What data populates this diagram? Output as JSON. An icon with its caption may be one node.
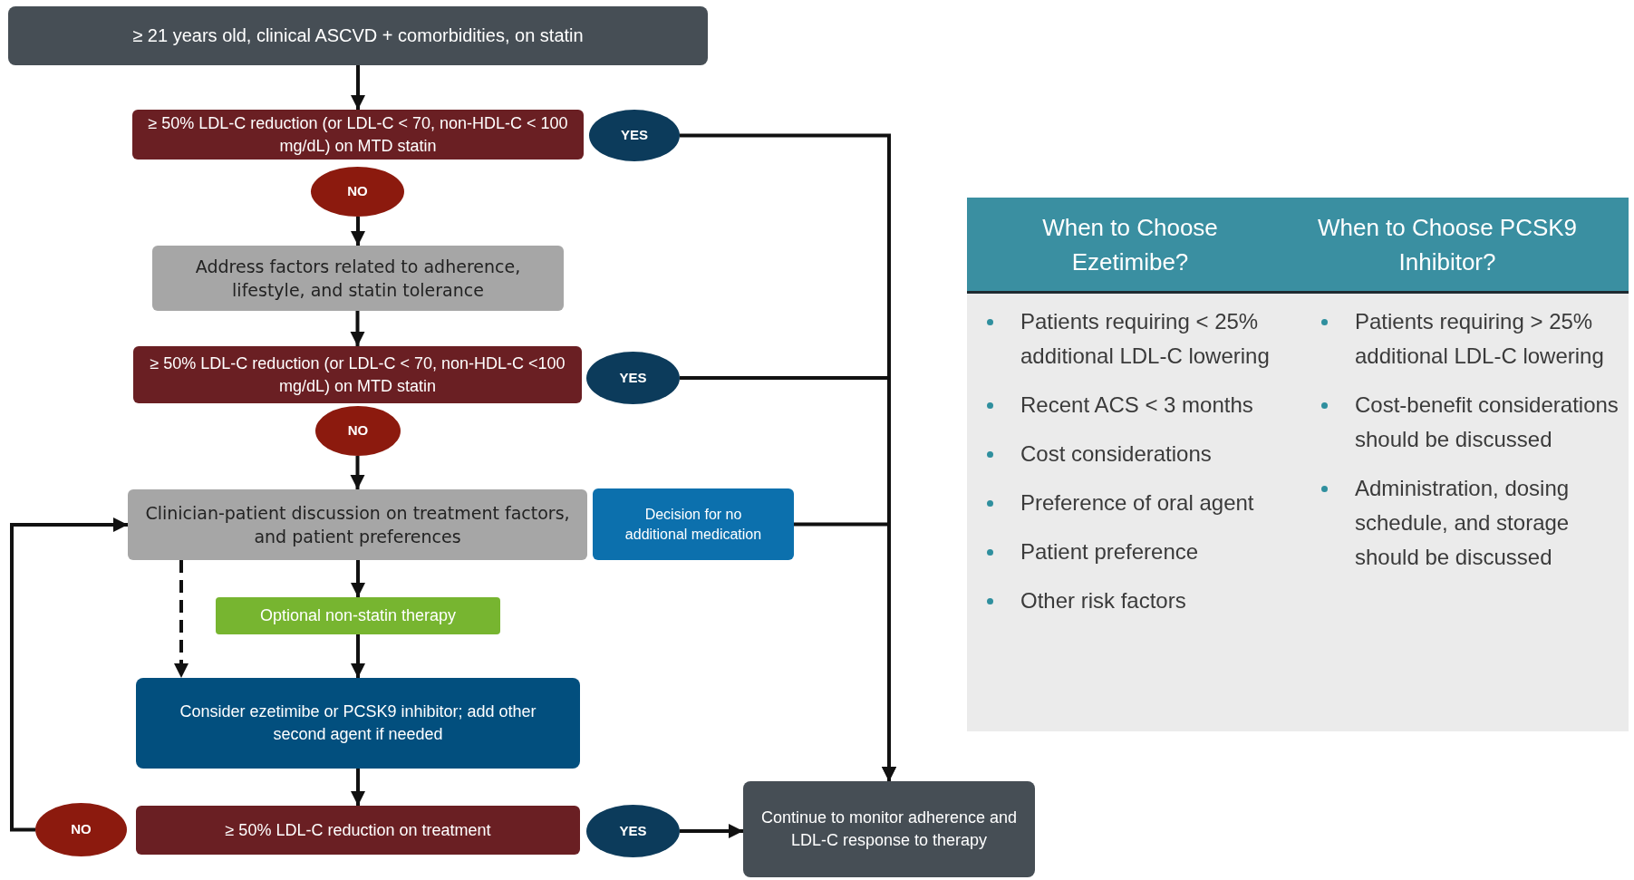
{
  "diagram": {
    "nodes": [
      {
        "text": [
          "≥ 21 years old, clinical ASCVD + comorbidities, on statin"
        ]
      },
      {
        "text": [
          "≥ 50% LDL-C reduction (or LDL-C < 70, non-HDL-C < 100 mg/dL) on MTD statin"
        ]
      },
      {
        "text": [
          "YES"
        ]
      },
      {
        "text": [
          "NO"
        ]
      },
      {
        "text": [
          "Address factors related to adherence, lifestyle, and statin tolerance"
        ]
      },
      {
        "text": [
          "≥ 50% LDL-C reduction (or LDL-C < 70, non-HDL-C <100 mg/dL) on MTD statin"
        ]
      },
      {
        "text": [
          "YES"
        ]
      },
      {
        "text": [
          "NO"
        ]
      },
      {
        "text": [
          "Clinician-patient discussion on treatment factors, and patient preferences"
        ]
      },
      {
        "text": [
          "Decision for no additional medication"
        ]
      },
      {
        "text": [
          "Optional non-statin therapy"
        ]
      },
      {
        "text": [
          "Consider ezetimibe or PCSK9 inhibitor; add other second agent if needed"
        ]
      },
      {
        "text": [
          "≥ 50% LDL-C reduction on treatment"
        ]
      },
      {
        "text": [
          "YES"
        ]
      },
      {
        "text": [
          "NO"
        ]
      },
      {
        "text": [
          "Continue to monitor adherence and LDL-C response to therapy"
        ]
      }
    ],
    "edges": [
      {
        "from": 0,
        "to": 1,
        "arrow": "to"
      },
      {
        "from": 3,
        "to": 4,
        "arrow": "to"
      },
      {
        "from": 4,
        "to": 5,
        "arrow": "to"
      },
      {
        "from": 7,
        "to": 8,
        "arrow": "to"
      },
      {
        "from": 8,
        "to": 10,
        "arrow": "to"
      },
      {
        "from": 8,
        "to": 11,
        "arrow": "to",
        "style": "dashed"
      },
      {
        "from": 10,
        "to": 11,
        "arrow": "to"
      },
      {
        "from": 11,
        "to": 12,
        "arrow": "to"
      },
      {
        "from": 14,
        "to": 8,
        "arrow": "to"
      },
      {
        "from": 2,
        "to": 15,
        "arrow": "to"
      },
      {
        "from": 6,
        "to": 15,
        "arrow": "to"
      },
      {
        "from": 9,
        "to": 15,
        "arrow": "to"
      },
      {
        "from": 13,
        "to": 15,
        "arrow": "to"
      }
    ],
    "labels": [
      "When to Choose Ezetimibe?",
      "When to Choose PCSK9 Inhibitor?",
      "Patients requiring < 25% additional LDL-C lowering",
      "Recent ACS < 3 months",
      "Cost considerations",
      "Preference of oral agent",
      "Patient preference",
      "Other risk factors",
      "Patients requiring > 25% additional LDL-C lowering",
      "Cost-benefit considerations should be discussed",
      "Administration, dosing schedule, and storage should be discussed"
    ]
  }
}
